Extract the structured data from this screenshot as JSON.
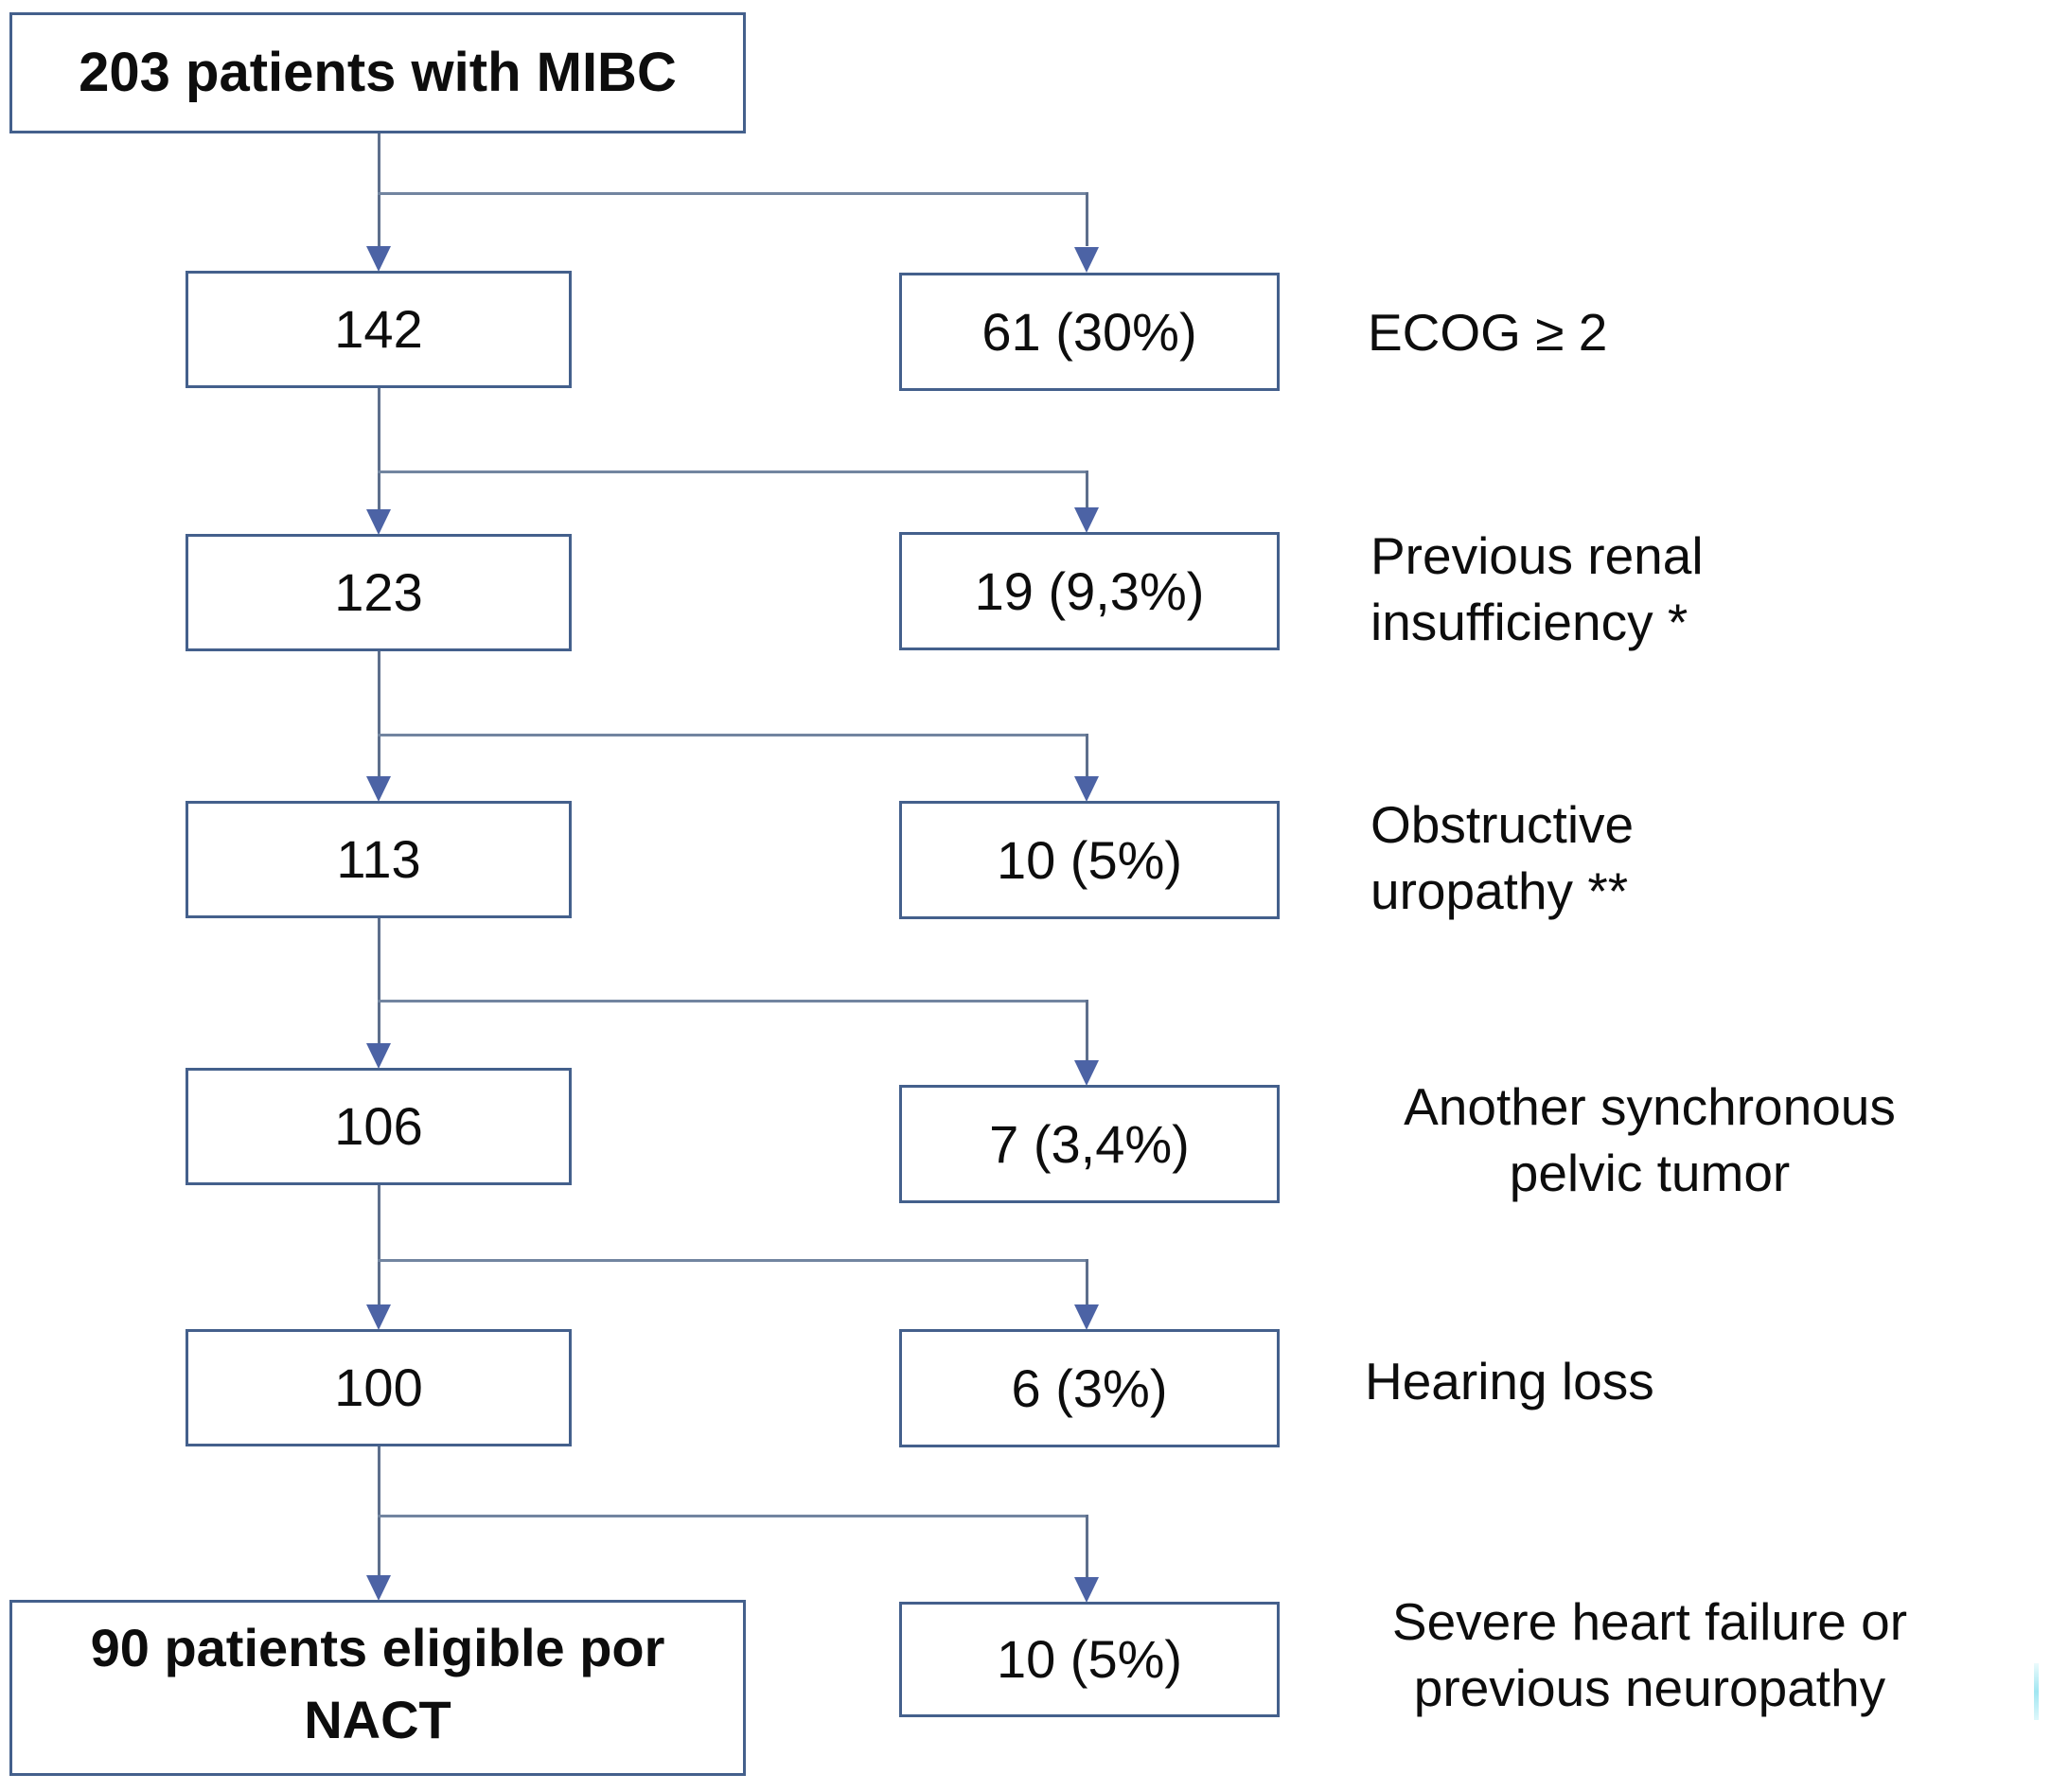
{
  "flow": {
    "start": {
      "label": "203 patients with MIBC"
    },
    "steps": [
      {
        "remaining": "142",
        "excluded": "61 (30%)",
        "reason": "ECOG ≥ 2"
      },
      {
        "remaining": "123",
        "excluded": "19 (9,3%)",
        "reason": "Previous renal\ninsufficiency *"
      },
      {
        "remaining": "113",
        "excluded": "10 (5%)",
        "reason": "Obstructive\nuropathy **"
      },
      {
        "remaining": "106",
        "excluded": "7 (3,4%)",
        "reason": "Another synchronous\npelvic tumor"
      },
      {
        "remaining": "100",
        "excluded": "6 (3%)",
        "reason": "Hearing loss"
      },
      {
        "excluded": "10 (5%)",
        "reason": "Severe heart failure or\nprevious neuropathy"
      }
    ],
    "end": {
      "label": "90 patients eligible por\nNACT"
    },
    "colors": {
      "box_border": "#44608c",
      "connector_line": "#5d6f8c",
      "arrow": "#4c63a5",
      "text": "#0d0d0d"
    }
  }
}
